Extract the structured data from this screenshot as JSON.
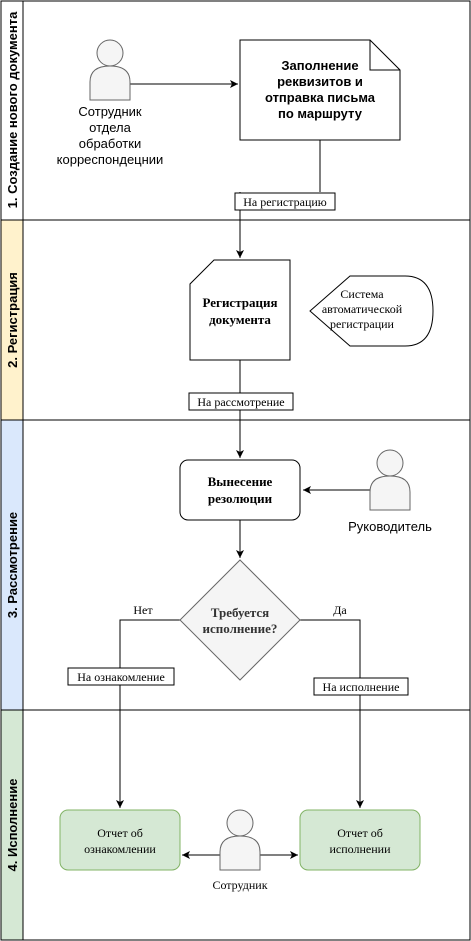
{
  "colors": {
    "lane1": "#ffffff",
    "lane2": "#fff2cc",
    "lane3": "#dae8fc",
    "lane4": "#d5e8d4",
    "green_box": "#d5e8d4",
    "green_stroke": "#82b366",
    "person_fill": "#f5f5f5",
    "person_stroke": "#666666",
    "diamond_fill": "#f5f5f5"
  },
  "lanes": [
    {
      "title": "1. Создание нового документа"
    },
    {
      "title": "2. Регистрация"
    },
    {
      "title": "3. Рассмотрение"
    },
    {
      "title": "4. Исполнение"
    }
  ],
  "nodes": {
    "doc_fill": {
      "lines": [
        "Заполнение",
        "реквизитов и",
        "отправка письма",
        "по маршруту"
      ]
    },
    "registration": {
      "lines": [
        "Регистрация",
        "документа"
      ]
    },
    "auto_system": {
      "lines": [
        "Система",
        "автоматической",
        "регистрации"
      ]
    },
    "resolution": {
      "lines": [
        "Вынесение",
        "резолюции"
      ]
    },
    "decision": {
      "lines": [
        "Требуется",
        "исполнение?"
      ]
    },
    "report_review": {
      "lines": [
        "Отчет об",
        "ознакомлении"
      ]
    },
    "report_exec": {
      "lines": [
        "Отчет об",
        "исполнении"
      ]
    }
  },
  "actors": {
    "clerk": {
      "lines": [
        "Сотрудник",
        "отдела",
        "обработки",
        "корреспондецнии"
      ],
      "icon": "person-icon"
    },
    "manager": {
      "lines": [
        "Руководитель"
      ],
      "icon": "person-icon"
    },
    "employee": {
      "lines": [
        "Сотрудник"
      ],
      "icon": "person-icon"
    }
  },
  "edge_labels": {
    "to_registration": "На регистрацию",
    "to_review": "На рассмотрение",
    "no": "Нет",
    "yes": "Да",
    "to_acquaintance": "На ознакомление",
    "to_execution": "На исполнение"
  }
}
